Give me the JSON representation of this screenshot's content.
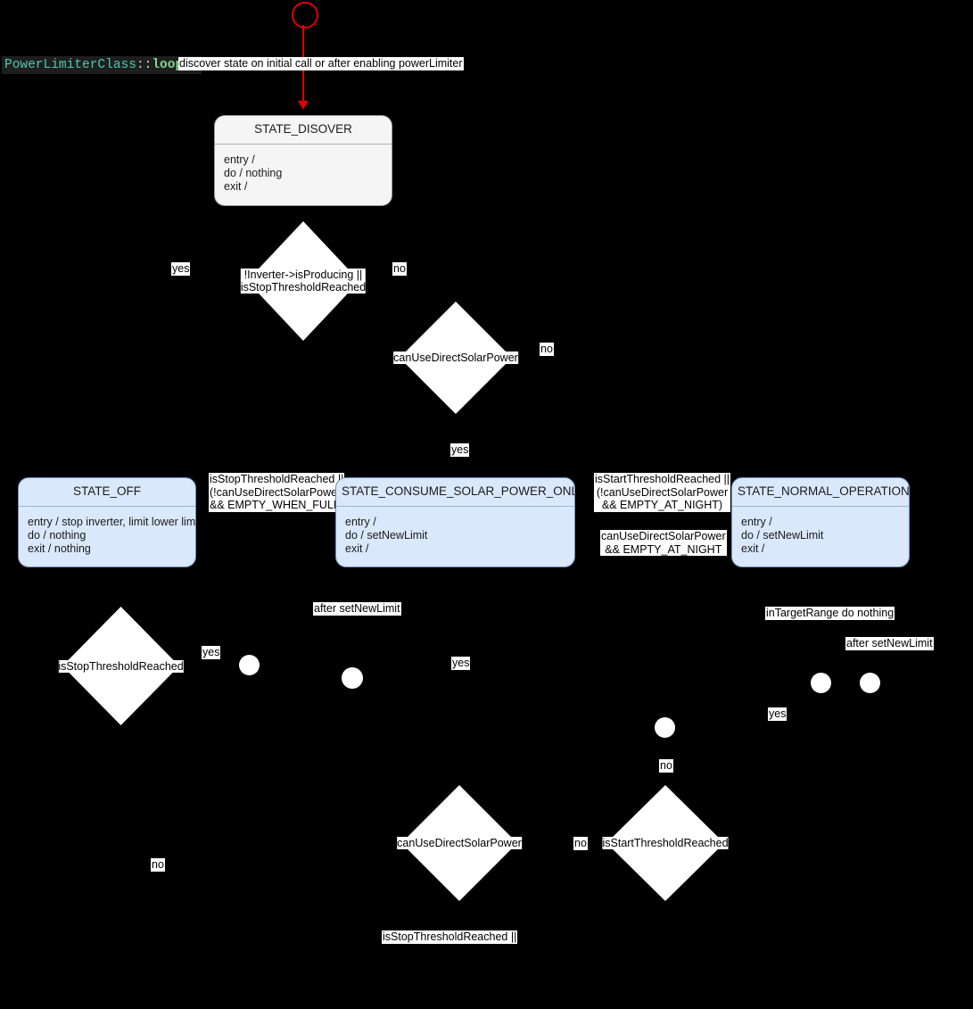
{
  "title": {
    "class_name": "PowerLimiterClass",
    "separator": "::",
    "function_name": "loop()"
  },
  "colors": {
    "background": "#000000",
    "state_fill": "#dae8fc",
    "state_stroke": "#6c8ebf",
    "discover_fill": "#f5f5f5",
    "discover_stroke": "#999999",
    "decision_fill": "#ffffff",
    "start_node_stroke": "#e00000",
    "label_text": "#000000",
    "title_class_color": "#4ec9b0",
    "title_fn_color": "#7fd88f"
  },
  "start_transition_label": "discover state on initial call or after enabling powerLimiter",
  "states": [
    {
      "id": "state-disover",
      "name": "STATE_DISOVER",
      "entry": "entry /",
      "do": "do / nothing",
      "exit": "exit /"
    },
    {
      "id": "state-off",
      "name": "STATE_OFF",
      "entry": "entry / stop inverter, limit lower limit",
      "do": "do / nothing",
      "exit": "exit / nothing"
    },
    {
      "id": "state-consume-solar-power-only",
      "name": "STATE_CONSUME_SOLAR_POWER_ONLY",
      "entry": "entry /",
      "do": "do / setNewLimit",
      "exit": "exit /"
    },
    {
      "id": "state-normal-operation",
      "name": "STATE_NORMAL_OPERATION",
      "entry": "entry /",
      "do": "do / setNewLimit",
      "exit": "exit /"
    }
  ],
  "decisions": [
    {
      "id": "decision-inverter-producing",
      "line1": "!Inverter->isProducing ||",
      "line2": "isStopThresholdReached"
    },
    {
      "id": "decision-can-use-direct-solar-power-top",
      "line1": "canUseDirectSolarPower",
      "line2": ""
    },
    {
      "id": "decision-is-stop-threshold-reached",
      "line1": "isStopThresholdReached",
      "line2": ""
    },
    {
      "id": "decision-can-use-direct-solar-power-bottom",
      "line1": "canUseDirectSolarPower",
      "line2": ""
    },
    {
      "id": "decision-is-start-threshold-reached",
      "line1": "isStartThresholdReached",
      "line2": ""
    }
  ],
  "edge_labels": {
    "yes_1": "yes",
    "no_1": "no",
    "no_2": "no",
    "yes_2": "yes",
    "guard_stop_empty_when_full_l1": "isStopThresholdReached ||",
    "guard_stop_empty_when_full_l2": "(!canUseDirectSolarPower",
    "guard_stop_empty_when_full_l3": "&& EMPTY_WHEN_FULL)",
    "guard_start_empty_at_night_l1": "isStartThresholdReached ||",
    "guard_start_empty_at_night_l2": "(!canUseDirectSolarPower",
    "guard_start_empty_at_night_l3": "&& EMPTY_AT_NIGHT)",
    "guard_can_use_night_l1": "canUseDirectSolarPower",
    "guard_can_use_night_l2": "&& EMPTY_AT_NIGHT",
    "after_set_new_limit_1": "after setNewLimit",
    "after_set_new_limit_2": "after setNewLimit",
    "in_target_range": "inTargetRange do nothing",
    "yes_3": "yes",
    "yes_4": "yes",
    "yes_5": "yes",
    "no_3": "no",
    "no_4": "no",
    "no_5": "no",
    "bottom_guard": "isStopThresholdReached ||"
  }
}
